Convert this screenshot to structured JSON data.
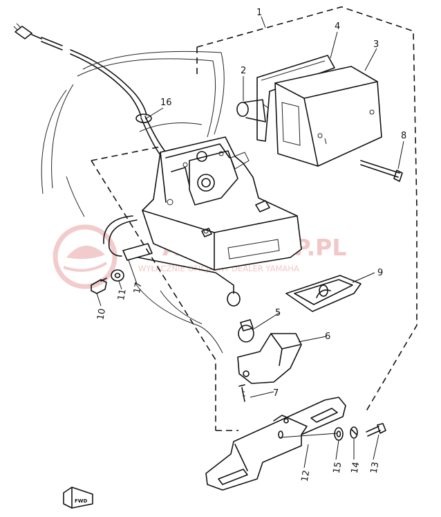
{
  "watermark": {
    "brand": "AMA-SKLEP.PL",
    "tagline": "WYŁĄCZNIE OFICJALNY DEALER YAMAHA"
  },
  "fwd_label": "FWD",
  "callouts": {
    "c1": "1",
    "c2": "2",
    "c3": "3",
    "c4": "4",
    "c5": "5",
    "c6": "6",
    "c7": "7",
    "c8": "8",
    "c9": "9",
    "c10": "10",
    "c11": "11",
    "c12": "12",
    "c13": "13",
    "c14": "14",
    "c15": "15",
    "c16": "16",
    "c17": "17"
  },
  "colors": {
    "line": "#111111",
    "watermark": "#e79a9a"
  }
}
